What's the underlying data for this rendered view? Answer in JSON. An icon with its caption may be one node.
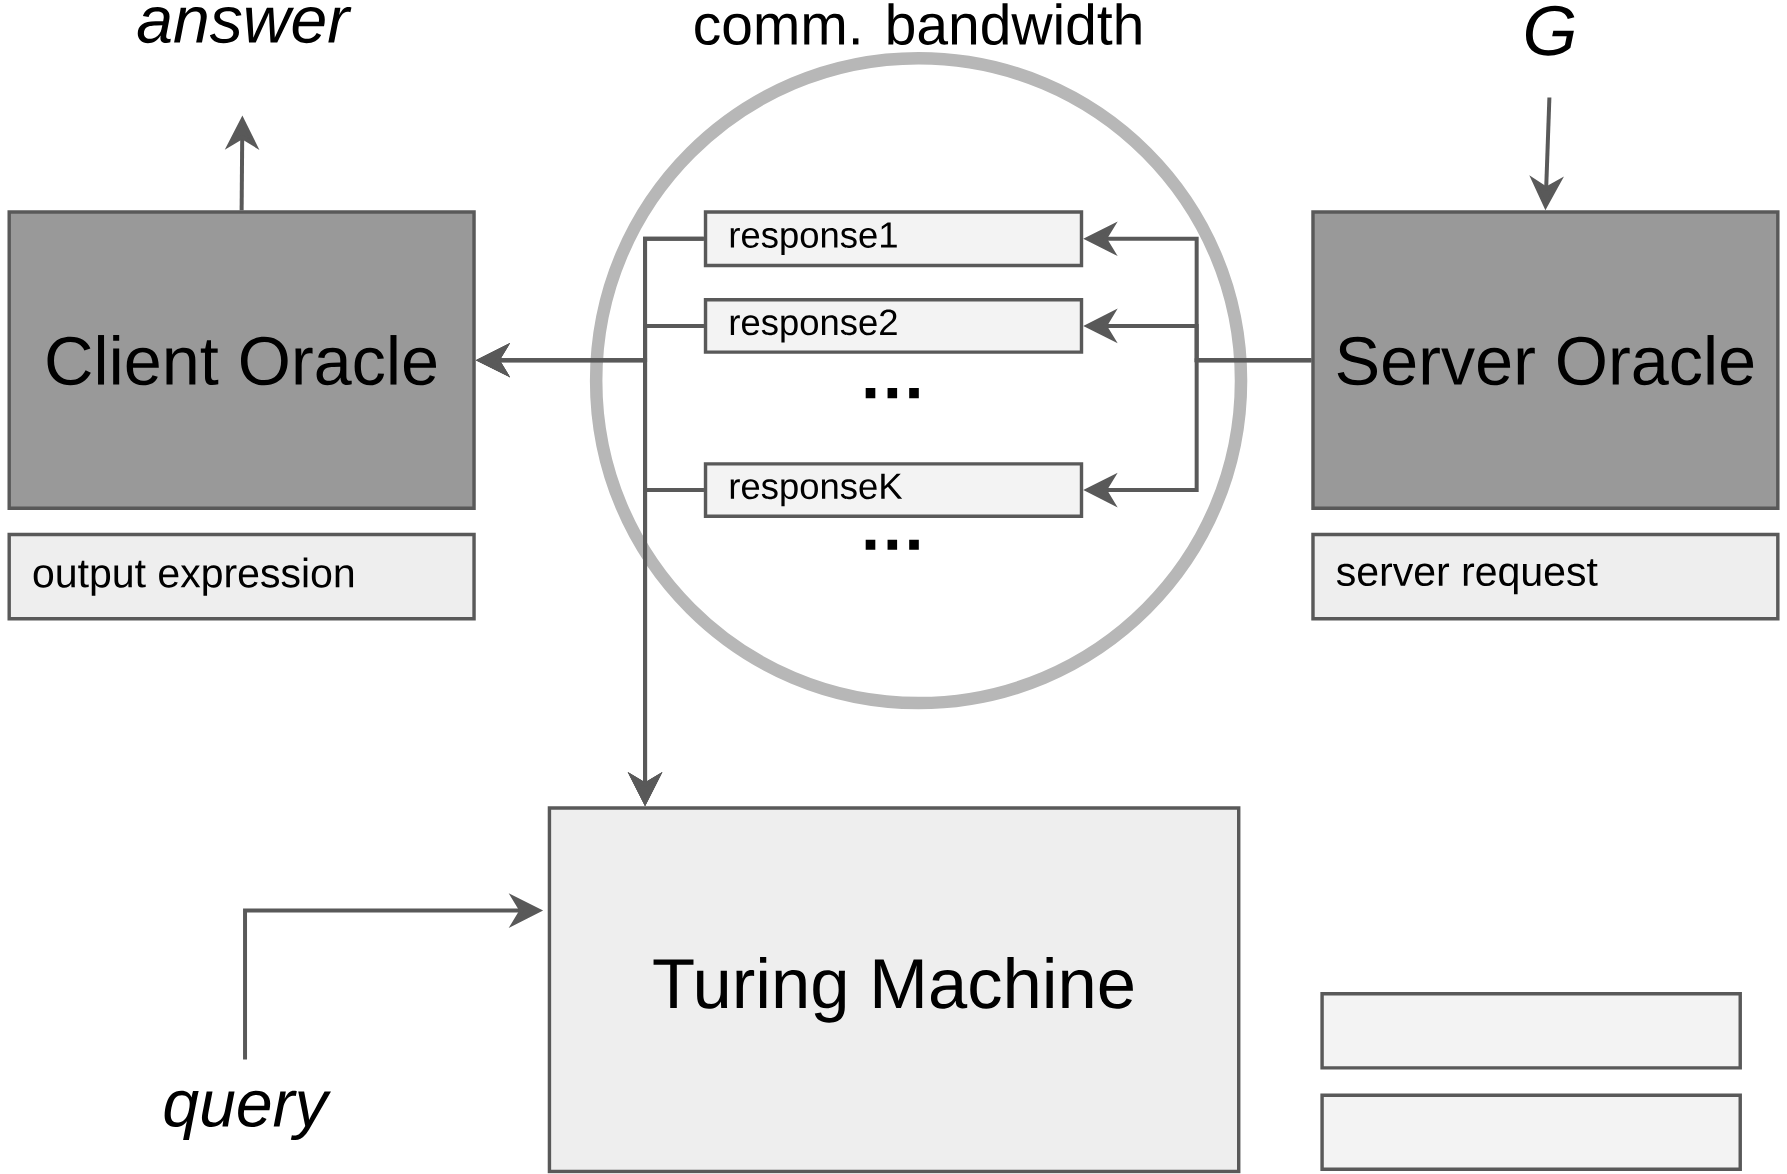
{
  "diagram": {
    "nodes": [
      {
        "text": [
          "Client Oracle"
        ]
      },
      {
        "text": [
          "output expression"
        ]
      },
      {
        "text": [
          "Server Oracle"
        ]
      },
      {
        "text": [
          "server request"
        ]
      },
      {
        "text": [
          "comm. bandwidth"
        ]
      },
      {
        "text": [
          "response1"
        ],
        "in": 4
      },
      {
        "text": [
          "response2"
        ],
        "in": 4
      },
      {
        "text": [
          "responseK"
        ],
        "in": 4
      },
      {
        "text": [
          "Turing Machine"
        ]
      },
      {
        "text": [
          "answer"
        ]
      },
      {
        "text": [
          "G"
        ]
      },
      {
        "text": [
          "query"
        ]
      },
      {
        "text": [],
        "shape": "box"
      },
      {
        "text": [],
        "shape": "box"
      }
    ],
    "edges": [
      {
        "from": 0,
        "to": 9,
        "arrow": "to"
      },
      {
        "from": 10,
        "to": 2,
        "arrow": "to"
      },
      {
        "from": 11,
        "to": 8,
        "arrow": "to"
      },
      {
        "from": 2,
        "to": 5,
        "arrow": "to"
      },
      {
        "from": 2,
        "to": 6,
        "arrow": "to"
      },
      {
        "from": 2,
        "to": 7,
        "arrow": "to"
      },
      {
        "from": 5,
        "to": 0,
        "arrow": "to"
      },
      {
        "from": 6,
        "to": 0,
        "arrow": "to"
      },
      {
        "from": 7,
        "to": 0,
        "arrow": "to"
      },
      {
        "from": 5,
        "to": 8,
        "arrow": "to"
      },
      {
        "from": 6,
        "to": 8,
        "arrow": "to"
      },
      {
        "from": 7,
        "to": 8,
        "arrow": "to"
      }
    ],
    "labels": [
      "…",
      "…"
    ]
  }
}
